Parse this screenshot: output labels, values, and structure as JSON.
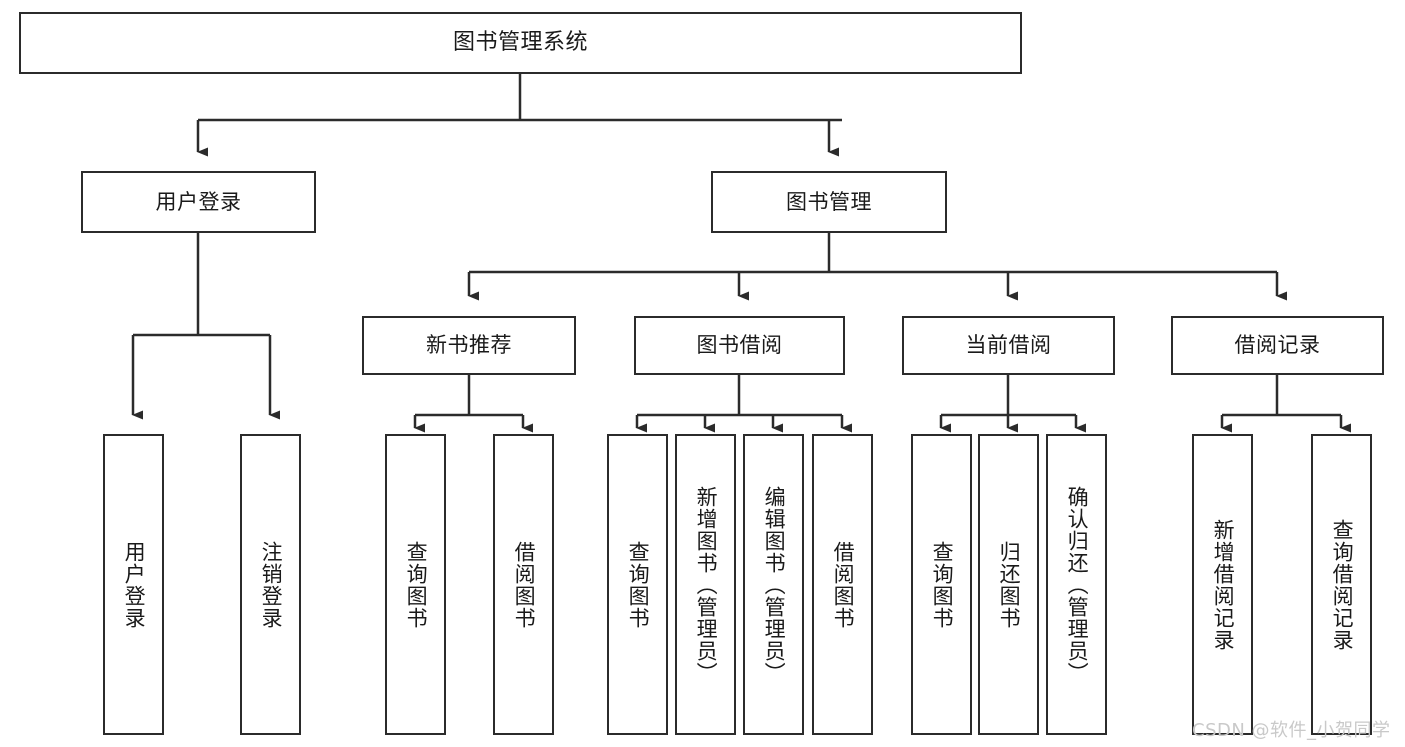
{
  "diagram": {
    "type": "tree",
    "title": "图书管理系统",
    "watermark": "CSDN @软件_小贺同学",
    "colors": {
      "stroke": "#2b2b2b",
      "fill": "#ffffff",
      "text": "#1a1a1a",
      "watermark": "#c9c9c9"
    },
    "nodes": {
      "root": "图书管理系统",
      "level2": {
        "user_login": "用户登录",
        "book_manage": "图书管理"
      },
      "level3": {
        "new_book_recommend": "新书推荐",
        "book_borrow": "图书借阅",
        "current_borrow": "当前借阅",
        "borrow_record": "借阅记录"
      },
      "leaves": {
        "user_login_1": "用户登录",
        "user_login_2": "注销登录",
        "new_book_1": "查询图书",
        "new_book_2": "借阅图书",
        "borrow_1": "查询图书",
        "borrow_2": "新增图书（管理员）",
        "borrow_3": "编辑图书（管理员）",
        "borrow_4": "借阅图书",
        "current_1": "查询图书",
        "current_2": "归还图书",
        "current_3": "确认归还（管理员）",
        "record_1": "新增借阅记录",
        "record_2": "查询借阅记录"
      }
    }
  }
}
